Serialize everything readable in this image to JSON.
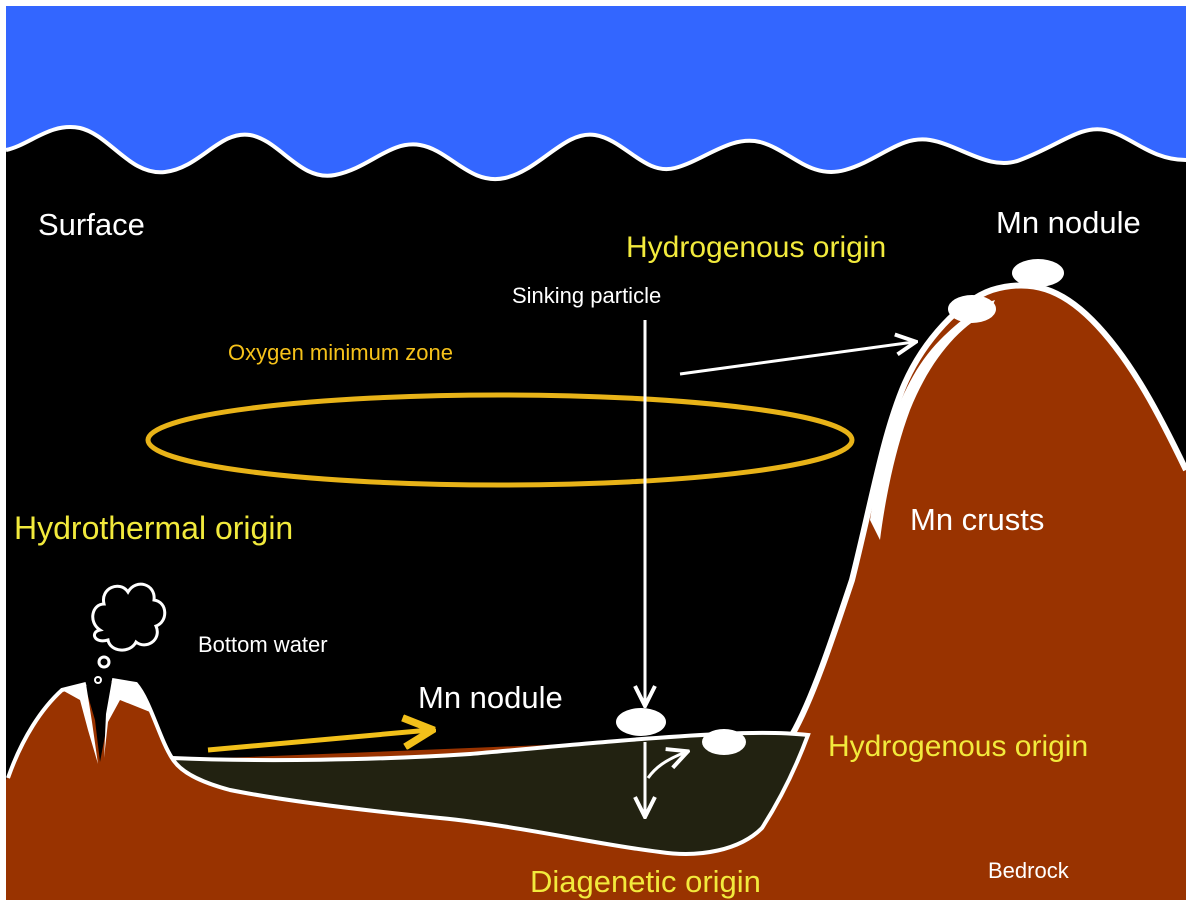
{
  "labels": {
    "surface": "Surface",
    "hydrogenous_top": "Hydrogenous origin",
    "mn_nodule_top": "Mn nodule",
    "sinking_particle": "Sinking particle",
    "oxygen_minimum_zone": "Oxygen minimum zone",
    "hydrothermal_origin": "Hydrothermal origin",
    "mn_crusts": "Mn crusts",
    "bottom_water": "Bottom water",
    "mn_nodule_bottom": "Mn nodule",
    "hydrogenous_right": "Hydrogenous origin",
    "bedrock": "Bedrock",
    "diagenetic_origin": "Diagenetic origin"
  },
  "colors": {
    "sky": "#3366ff",
    "deep_water": "#000000",
    "bedrock": "#993300",
    "sediment": "#222211",
    "outline": "#ffffff",
    "label_yellow": "#f2ea3c",
    "zone_ring": "#e8b318"
  }
}
